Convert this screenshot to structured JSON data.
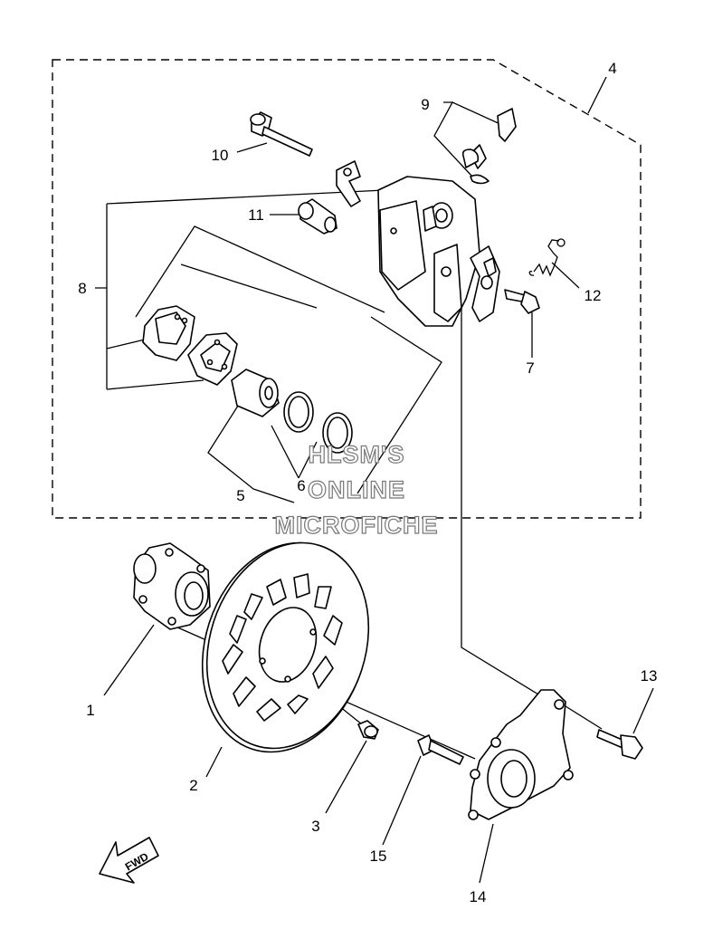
{
  "callouts": {
    "c1": "1",
    "c2": "2",
    "c3": "3",
    "c4": "4",
    "c5": "5",
    "c6": "6",
    "c7": "7",
    "c8": "8",
    "c9": "9",
    "c10": "10",
    "c11": "11",
    "c12": "12",
    "c13": "13",
    "c14": "14",
    "c15": "15"
  },
  "watermark": {
    "line1": "HLSM'S",
    "line2": "ONLINE",
    "line3": "MICROFICHE"
  },
  "fwd_label": "FWD"
}
